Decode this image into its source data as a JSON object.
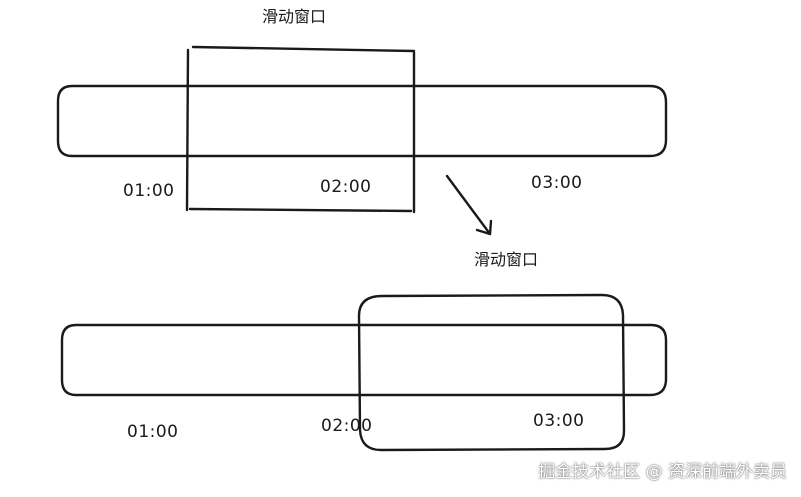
{
  "diagram": {
    "top": {
      "window_label": "滑动窗口",
      "ticks": [
        "01:00",
        "02:00",
        "03:00"
      ]
    },
    "bottom": {
      "window_label": "滑动窗口",
      "ticks": [
        "01:00",
        "02:00",
        "03:00"
      ]
    }
  },
  "watermark": "掘金技术社区 @ 资深前端外卖员"
}
